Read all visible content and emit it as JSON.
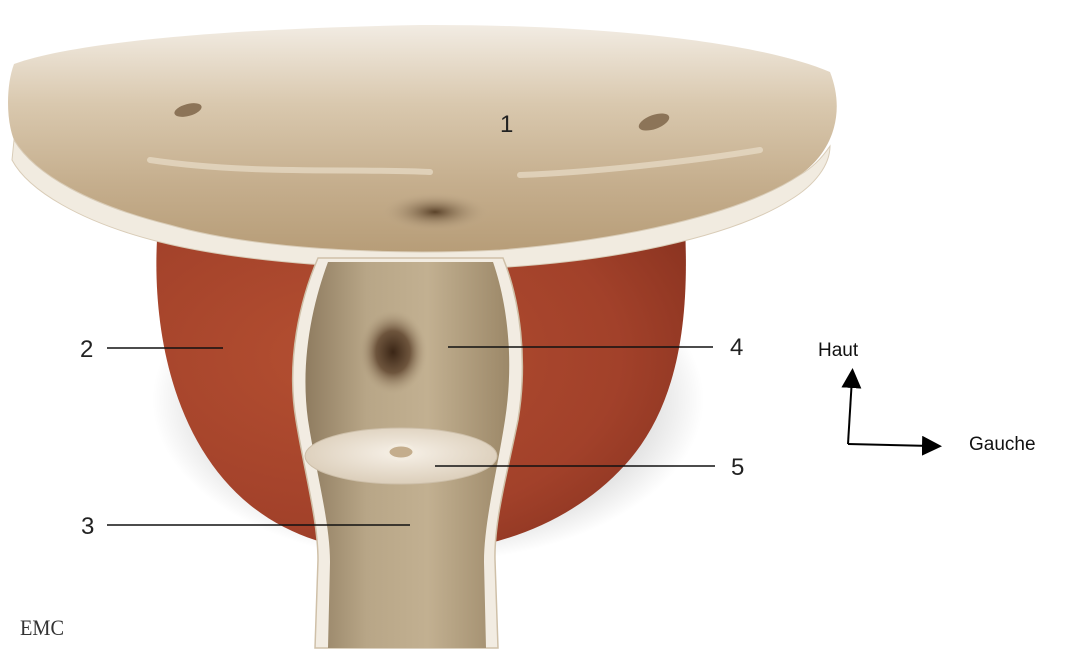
{
  "labels": {
    "bladder": "1",
    "prostate": "2",
    "urethra": "3",
    "bladder_neck": "4",
    "sphincter": "5"
  },
  "orientation": {
    "up": "Haut",
    "left": "Gauche"
  },
  "logo": "EMC",
  "colors": {
    "bladder": "#c9b597",
    "prostate": "#a9452a",
    "channel": "#b5a282",
    "wall": "#efe7d8"
  }
}
